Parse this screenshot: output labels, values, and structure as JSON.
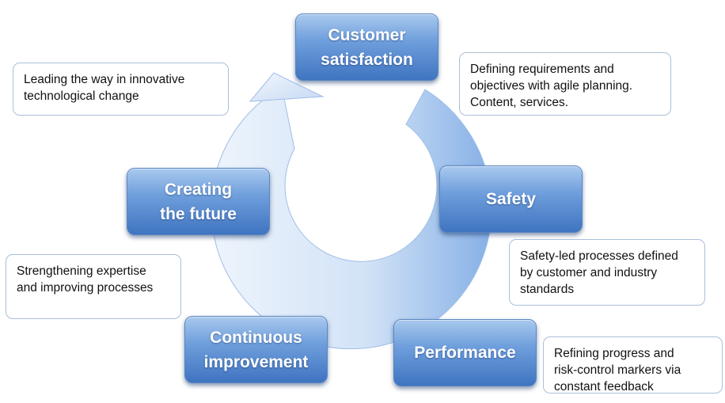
{
  "stages": {
    "customer_satisfaction": "Customer\nsatisfaction",
    "safety": "Safety",
    "performance": "Performance",
    "continuous_improvement": "Continuous\nimprovement",
    "creating_the_future": "Creating\nthe future"
  },
  "notes": {
    "customer_satisfaction": "Defining requirements and\nobjectives with agile planning.\nContent, services.",
    "safety": "Safety-led processes defined\nby customer and industry\nstandards",
    "performance": "Refining progress and\nrisk-control markers via\nconstant feedback",
    "continuous_improvement": "Strengthening expertise\nand improving processes",
    "creating_the_future": "Leading the way in innovative\ntechnological change"
  },
  "colors": {
    "stage_fill_top": "#a9c9ee",
    "stage_fill_bottom": "#3f74c0",
    "arrow_light": "#eaf2fc",
    "arrow_dark": "#86b0e6",
    "note_border": "#a9bfd8"
  }
}
